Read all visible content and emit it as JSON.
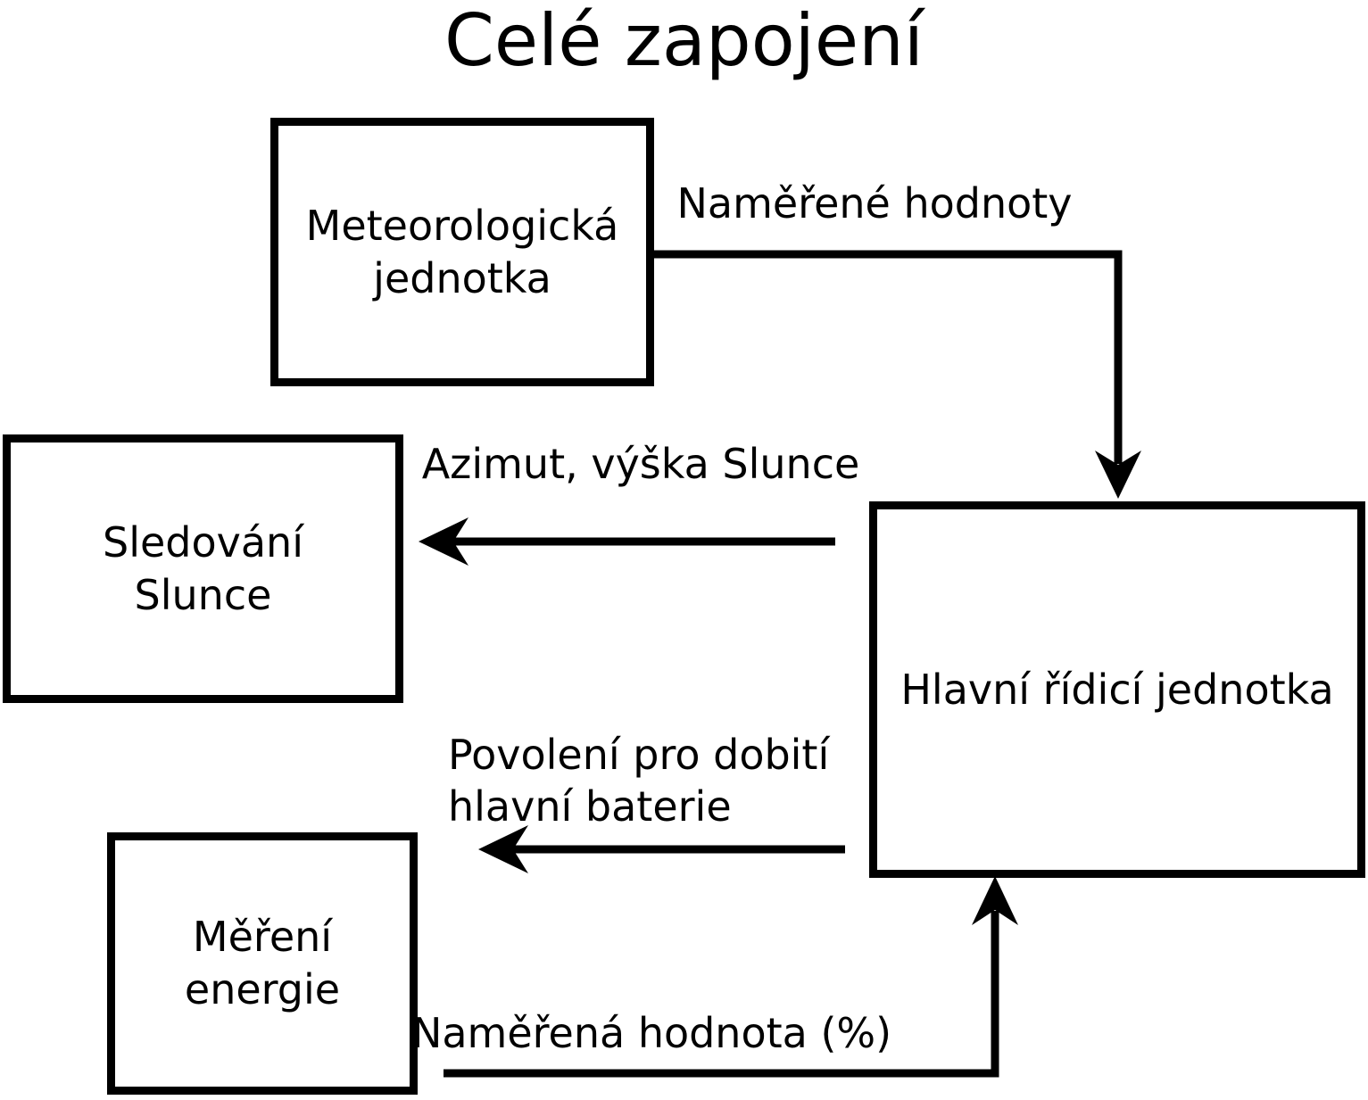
{
  "title": "Celé zapojení",
  "colors": {
    "ink": "#000000",
    "background": "#ffffff"
  },
  "boxes": [
    {
      "name": "meteorological-unit",
      "label": "Meteorologická\njednotka"
    },
    {
      "name": "sun-tracking",
      "label": "Sledování\nSlunce"
    },
    {
      "name": "energy-measurement",
      "label": "Měření\nenergie"
    },
    {
      "name": "main-control-unit",
      "label": "Hlavní řídicí jednotka"
    }
  ],
  "arrows": [
    {
      "from": "meteorological-unit",
      "to": "main-control-unit",
      "label": "Naměřené hodnoty"
    },
    {
      "from": "main-control-unit",
      "to": "sun-tracking",
      "label": "Azimut, výška Slunce"
    },
    {
      "from": "main-control-unit",
      "to": null,
      "label": "Povolení pro dobití\nhlavní baterie"
    },
    {
      "from": "energy-measurement",
      "to": "main-control-unit",
      "label": "Naměřená hodnota (%)"
    }
  ]
}
